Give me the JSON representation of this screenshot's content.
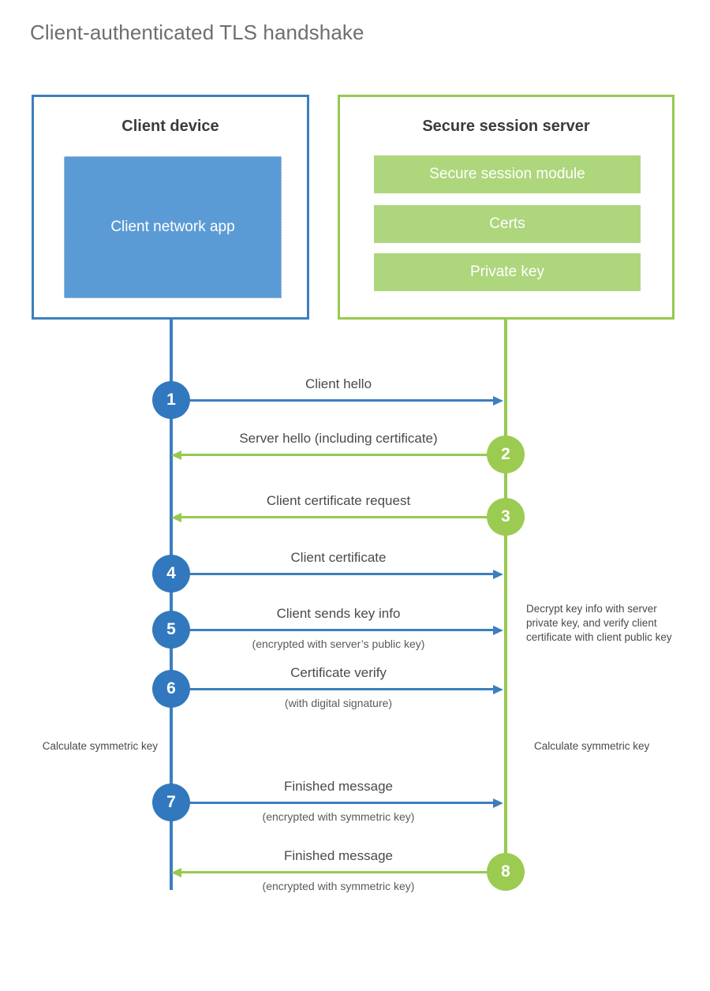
{
  "page": {
    "title": "Client-authenticated TLS handshake"
  },
  "colors": {
    "client_accent": "#3C7EBF",
    "client_fill": "#5B9BD5",
    "server_accent": "#96CA4F",
    "server_fill": "#AED67D",
    "step_blue": "#3178BE",
    "step_green": "#9BCB50",
    "title_text": "#6e6e6e",
    "body_text": "#4a4a4a"
  },
  "client": {
    "title": "Client device",
    "app_label": "Client network app"
  },
  "server": {
    "title": "Secure session server",
    "modules": [
      {
        "label": "Secure session module"
      },
      {
        "label": "Certs"
      },
      {
        "label": "Private key"
      }
    ]
  },
  "steps": [
    {
      "number": "1",
      "label": "Client hello",
      "sublabel": "",
      "direction": "client-to-server",
      "color": "blue"
    },
    {
      "number": "2",
      "label": "Server hello (including certificate)",
      "sublabel": "",
      "direction": "server-to-client",
      "color": "green"
    },
    {
      "number": "3",
      "label": "Client certificate request",
      "sublabel": "",
      "direction": "server-to-client",
      "color": "green"
    },
    {
      "number": "4",
      "label": "Client certificate",
      "sublabel": "",
      "direction": "client-to-server",
      "color": "blue"
    },
    {
      "number": "5",
      "label": "Client sends key info",
      "sublabel": "(encrypted with server’s public key)",
      "direction": "client-to-server",
      "color": "blue"
    },
    {
      "number": "6",
      "label": "Certificate verify",
      "sublabel": "(with digital signature)",
      "direction": "client-to-server",
      "color": "blue"
    },
    {
      "number": "7",
      "label": "Finished message",
      "sublabel": "(encrypted with symmetric key)",
      "direction": "client-to-server",
      "color": "blue"
    },
    {
      "number": "8",
      "label": "Finished message",
      "sublabel": "(encrypted with symmetric key)",
      "direction": "server-to-client",
      "color": "green"
    }
  ],
  "annotations": {
    "client_calculate": "Calculate symmetric key",
    "server_decrypt": "Decrypt key info with server private key, and verify client certificate with client public key",
    "server_calculate": "Calculate symmetric key"
  }
}
